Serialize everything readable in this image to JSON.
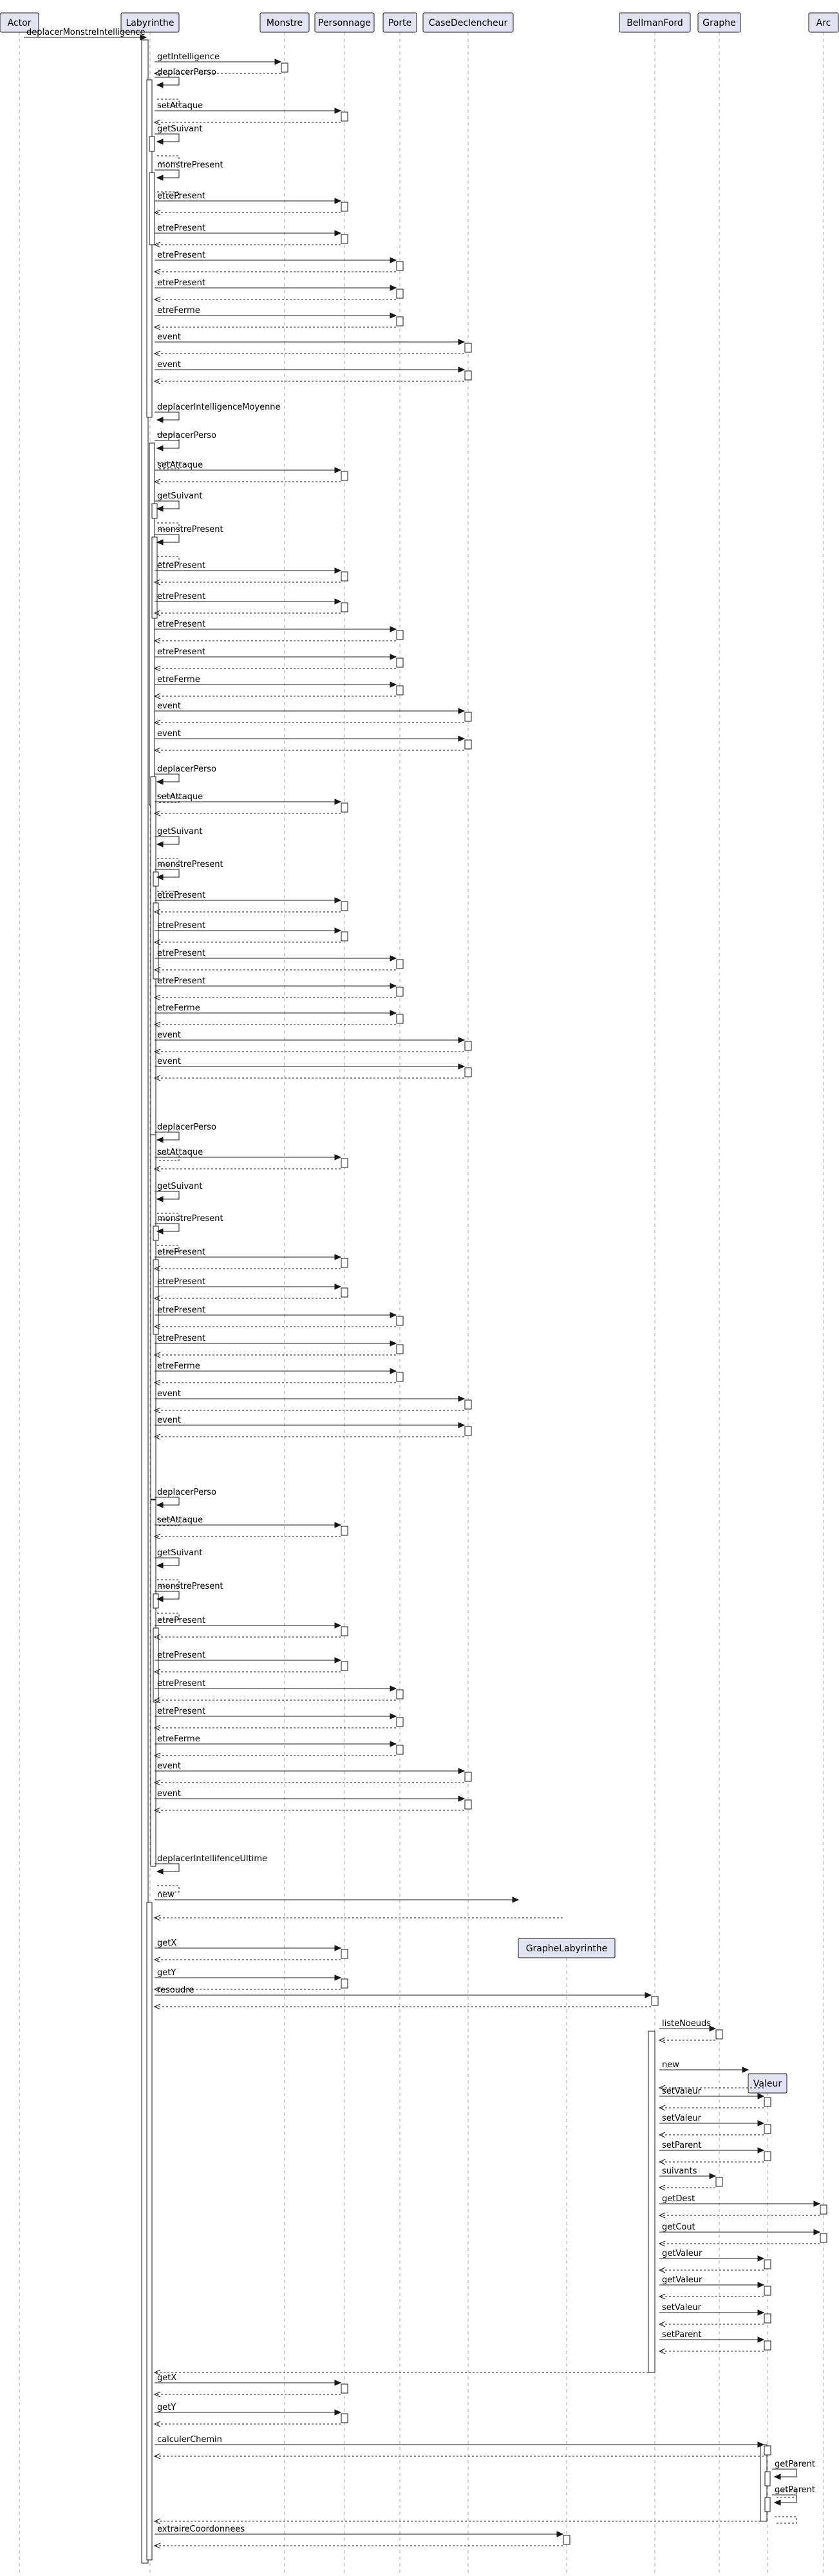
{
  "participants": [
    {
      "id": "actor",
      "label": "Actor"
    },
    {
      "id": "lab",
      "label": "Labyrinthe"
    },
    {
      "id": "monstre",
      "label": "Monstre"
    },
    {
      "id": "perso",
      "label": "Personnage"
    },
    {
      "id": "porte",
      "label": "Porte"
    },
    {
      "id": "case",
      "label": "CaseDeclencheur"
    },
    {
      "id": "graphelab",
      "label": "GrapheLabyrinthe",
      "created": true
    },
    {
      "id": "bellman",
      "label": "BellmanFord"
    },
    {
      "id": "graphe",
      "label": "Graphe"
    },
    {
      "id": "valeur",
      "label": "Valeur",
      "created": true
    },
    {
      "id": "arc",
      "label": "Arc"
    }
  ],
  "messages": [
    {
      "from": "actor",
      "to": "lab",
      "label": "deplacerMonstreIntelligence"
    },
    {
      "from": "lab",
      "to": "monstre",
      "label": "getIntelligence"
    },
    {
      "from": "lab",
      "to": "lab",
      "label": "deplacerPerso"
    },
    {
      "from": "lab",
      "to": "perso",
      "label": "setAttaque"
    },
    {
      "from": "lab",
      "to": "lab",
      "label": "getSuivant"
    },
    {
      "from": "lab",
      "to": "lab",
      "label": "monstrePresent"
    },
    {
      "from": "lab",
      "to": "perso",
      "label": "etrePresent"
    },
    {
      "from": "lab",
      "to": "perso",
      "label": "etrePresent"
    },
    {
      "from": "lab",
      "to": "porte",
      "label": "etrePresent"
    },
    {
      "from": "lab",
      "to": "porte",
      "label": "etrePresent"
    },
    {
      "from": "lab",
      "to": "porte",
      "label": "etreFerme"
    },
    {
      "from": "lab",
      "to": "case",
      "label": "event"
    },
    {
      "from": "lab",
      "to": "case",
      "label": "event"
    },
    {
      "from": "lab",
      "to": "lab",
      "label": "deplacerIntelligenceMoyenne"
    },
    {
      "from": "lab",
      "to": "lab",
      "label": "deplacerPerso"
    },
    {
      "from": "lab",
      "to": "perso",
      "label": "setAttaque"
    },
    {
      "from": "lab",
      "to": "lab",
      "label": "getSuivant"
    },
    {
      "from": "lab",
      "to": "lab",
      "label": "monstrePresent"
    },
    {
      "from": "lab",
      "to": "perso",
      "label": "etrePresent"
    },
    {
      "from": "lab",
      "to": "perso",
      "label": "etrePresent"
    },
    {
      "from": "lab",
      "to": "porte",
      "label": "etrePresent"
    },
    {
      "from": "lab",
      "to": "porte",
      "label": "etrePresent"
    },
    {
      "from": "lab",
      "to": "porte",
      "label": "etreFerme"
    },
    {
      "from": "lab",
      "to": "case",
      "label": "event"
    },
    {
      "from": "lab",
      "to": "case",
      "label": "event"
    },
    {
      "from": "lab",
      "to": "lab",
      "label": "deplacerPerso"
    },
    {
      "from": "lab",
      "to": "perso",
      "label": "setAttaque"
    },
    {
      "from": "lab",
      "to": "lab",
      "label": "getSuivant"
    },
    {
      "from": "lab",
      "to": "lab",
      "label": "monstrePresent"
    },
    {
      "from": "lab",
      "to": "perso",
      "label": "etrePresent"
    },
    {
      "from": "lab",
      "to": "perso",
      "label": "etrePresent"
    },
    {
      "from": "lab",
      "to": "porte",
      "label": "etrePresent"
    },
    {
      "from": "lab",
      "to": "porte",
      "label": "etrePresent"
    },
    {
      "from": "lab",
      "to": "porte",
      "label": "etreFerme"
    },
    {
      "from": "lab",
      "to": "case",
      "label": "event"
    },
    {
      "from": "lab",
      "to": "case",
      "label": "event"
    },
    {
      "from": "lab",
      "to": "lab",
      "label": "deplacerPerso"
    },
    {
      "from": "lab",
      "to": "perso",
      "label": "setAttaque"
    },
    {
      "from": "lab",
      "to": "lab",
      "label": "getSuivant"
    },
    {
      "from": "lab",
      "to": "lab",
      "label": "monstrePresent"
    },
    {
      "from": "lab",
      "to": "perso",
      "label": "etrePresent"
    },
    {
      "from": "lab",
      "to": "perso",
      "label": "etrePresent"
    },
    {
      "from": "lab",
      "to": "porte",
      "label": "etrePresent"
    },
    {
      "from": "lab",
      "to": "porte",
      "label": "etrePresent"
    },
    {
      "from": "lab",
      "to": "porte",
      "label": "etreFerme"
    },
    {
      "from": "lab",
      "to": "case",
      "label": "event"
    },
    {
      "from": "lab",
      "to": "case",
      "label": "event"
    },
    {
      "from": "lab",
      "to": "lab",
      "label": "deplacerPerso"
    },
    {
      "from": "lab",
      "to": "perso",
      "label": "setAttaque"
    },
    {
      "from": "lab",
      "to": "lab",
      "label": "getSuivant"
    },
    {
      "from": "lab",
      "to": "lab",
      "label": "monstrePresent"
    },
    {
      "from": "lab",
      "to": "perso",
      "label": "etrePresent"
    },
    {
      "from": "lab",
      "to": "perso",
      "label": "etrePresent"
    },
    {
      "from": "lab",
      "to": "porte",
      "label": "etrePresent"
    },
    {
      "from": "lab",
      "to": "porte",
      "label": "etrePresent"
    },
    {
      "from": "lab",
      "to": "porte",
      "label": "etreFerme"
    },
    {
      "from": "lab",
      "to": "case",
      "label": "event"
    },
    {
      "from": "lab",
      "to": "case",
      "label": "event"
    },
    {
      "from": "lab",
      "to": "lab",
      "label": "deplacerIntellifenceUltime"
    },
    {
      "from": "lab",
      "to": "graphelab",
      "label": "new"
    },
    {
      "from": "lab",
      "to": "perso",
      "label": "getX"
    },
    {
      "from": "lab",
      "to": "perso",
      "label": "getY"
    },
    {
      "from": "lab",
      "to": "bellman",
      "label": "resoudre"
    },
    {
      "from": "bellman",
      "to": "graphe",
      "label": "listeNoeuds"
    },
    {
      "from": "bellman",
      "to": "valeur",
      "label": "new"
    },
    {
      "from": "bellman",
      "to": "valeur",
      "label": "setValeur"
    },
    {
      "from": "bellman",
      "to": "valeur",
      "label": "setValeur"
    },
    {
      "from": "bellman",
      "to": "valeur",
      "label": "setParent"
    },
    {
      "from": "bellman",
      "to": "graphe",
      "label": "suivants"
    },
    {
      "from": "bellman",
      "to": "arc",
      "label": "getDest"
    },
    {
      "from": "bellman",
      "to": "arc",
      "label": "getCout"
    },
    {
      "from": "bellman",
      "to": "valeur",
      "label": "getValeur"
    },
    {
      "from": "bellman",
      "to": "valeur",
      "label": "getValeur"
    },
    {
      "from": "bellman",
      "to": "valeur",
      "label": "setValeur"
    },
    {
      "from": "bellman",
      "to": "valeur",
      "label": "setParent"
    },
    {
      "from": "lab",
      "to": "perso",
      "label": "getX"
    },
    {
      "from": "lab",
      "to": "perso",
      "label": "getY"
    },
    {
      "from": "lab",
      "to": "valeur",
      "label": "calculerChemin"
    },
    {
      "from": "valeur",
      "to": "valeur",
      "label": "getParent"
    },
    {
      "from": "valeur",
      "to": "valeur",
      "label": "getParent"
    },
    {
      "from": "lab",
      "to": "graphelab",
      "label": "extraireCoordonnees"
    }
  ]
}
